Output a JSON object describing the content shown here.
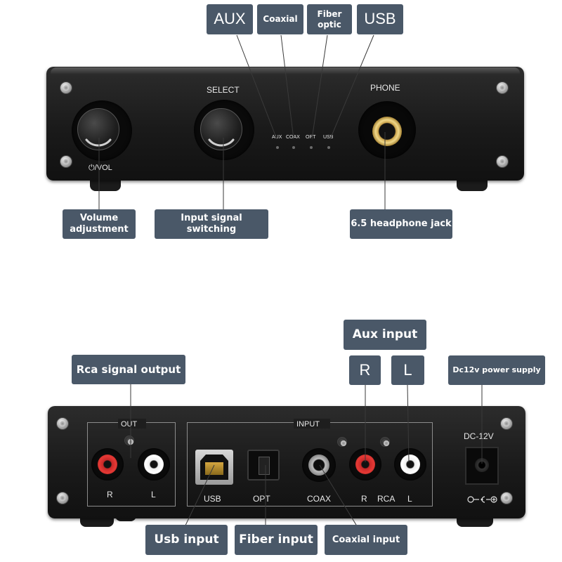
{
  "front": {
    "select_label": "SELECT",
    "phone_label": "PHONE",
    "vol_label": "⏻/VOL",
    "leds": [
      "AUX",
      "COAX",
      "OPT",
      "USB"
    ]
  },
  "rear": {
    "out_label": "OUT",
    "input_label": "INPUT",
    "dc_label": "DC-12V",
    "out_r": "R",
    "out_l": "L",
    "usb_label": "USB",
    "opt_label": "OPT",
    "coax_label": "COAX",
    "in_r": "R",
    "rca_label": "RCA",
    "in_l": "L"
  },
  "callouts": {
    "aux": "AUX",
    "coaxial": "Coaxial",
    "fiber_optic_1": "Fiber",
    "fiber_optic_2": "optic",
    "usb": "USB",
    "volume_1": "Volume",
    "volume_2": "adjustment",
    "input_switch_1": "Input signal",
    "input_switch_2": "switching",
    "headphone": "6.5 headphone jack",
    "rca_output": "Rca signal output",
    "aux_input": "Aux input",
    "r": "R",
    "l": "L",
    "dc_power": "Dc12v power supply",
    "usb_input": "Usb input",
    "fiber_input": "Fiber input",
    "coaxial_input": "Coaxial input"
  }
}
